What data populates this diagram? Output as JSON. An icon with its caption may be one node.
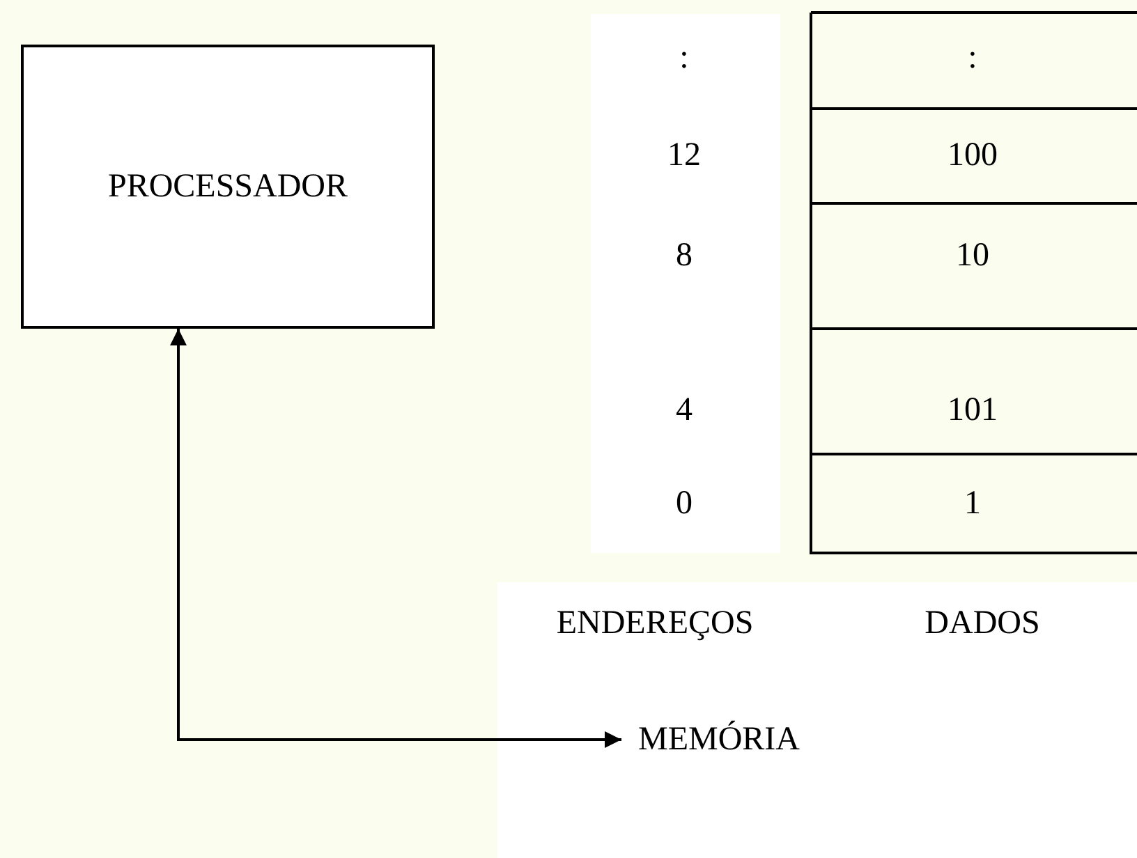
{
  "diagram": {
    "nodes": [
      {
        "text": [
          "PROCESSADOR"
        ]
      },
      {
        "text": [
          "MEMÓRIA"
        ]
      }
    ],
    "edges": [
      {
        "from": 0,
        "to": 1,
        "arrow": "both"
      }
    ],
    "labels": [
      ":",
      ":",
      "12",
      "100",
      "8",
      "10",
      "4",
      "101",
      "0",
      "1",
      "ENDEREÇOS",
      "DADOS"
    ]
  }
}
